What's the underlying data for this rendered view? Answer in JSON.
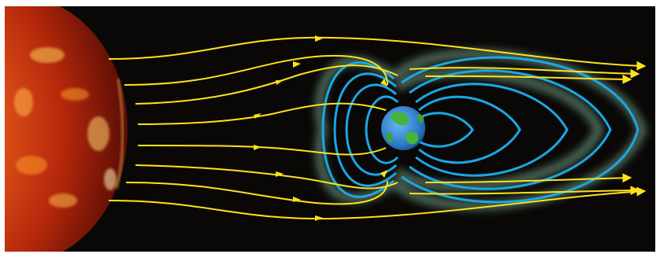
{
  "diagram": {
    "colors": {
      "background": "#0a0806",
      "sun_core": "#ff7a1a",
      "sun_mid": "#c2300c",
      "sun_edge": "#5a0d04",
      "solar_wind": "#ffe21a",
      "field_line": "#1aa7e6",
      "field_glow": "#7fb59a",
      "earth_ocean": "#2a78c8",
      "earth_land": "#46b43a"
    },
    "elements": [
      {
        "name": "sun",
        "icon": "sun-disk"
      },
      {
        "name": "solar-wind",
        "icon": "arrow-streamline",
        "count": 8
      },
      {
        "name": "magnetosphere",
        "icon": "field-loops"
      },
      {
        "name": "earth",
        "icon": "globe"
      }
    ]
  }
}
